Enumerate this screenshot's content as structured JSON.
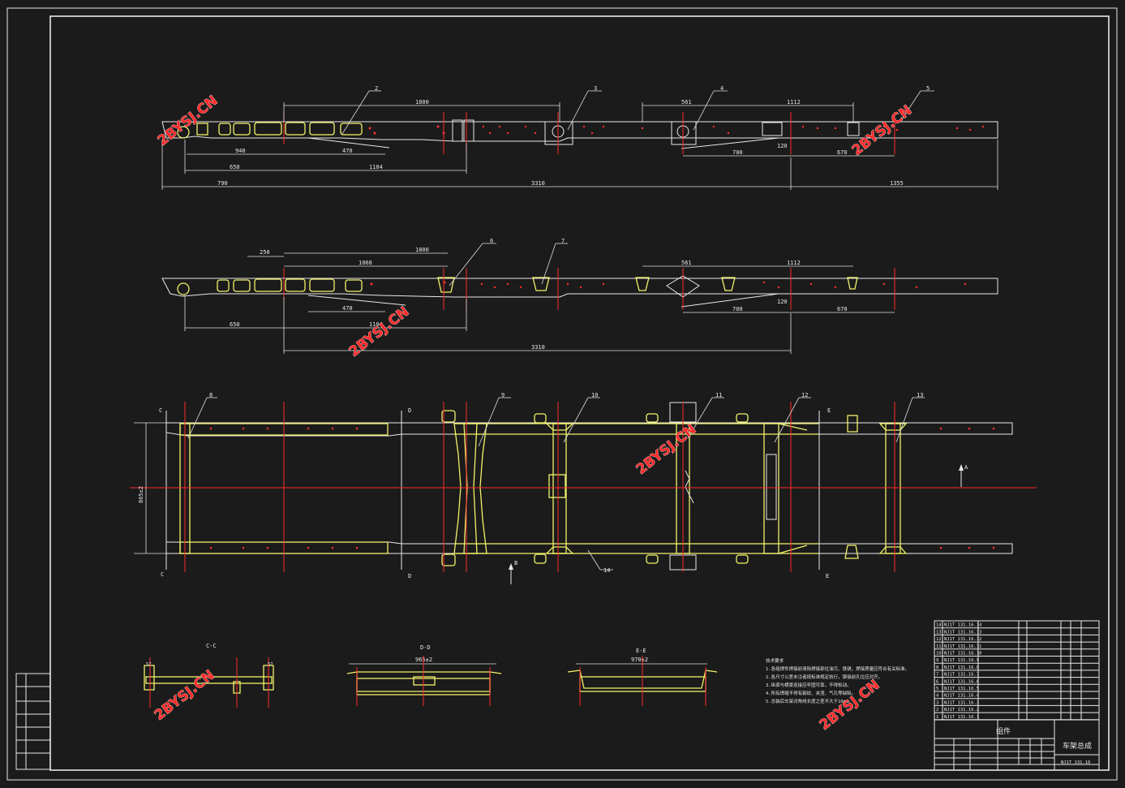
{
  "watermark": "2BYSJ.CN",
  "view_top": {
    "balloons": [
      "2",
      "3",
      "4",
      "5"
    ],
    "dims": {
      "d1800": "1800",
      "d561": "561",
      "d1112": "1112",
      "d940": "940",
      "d470": "470",
      "d650": "650",
      "d1104": "1104",
      "d700": "700",
      "d120": "120",
      "d670": "670",
      "d790": "790",
      "d3310": "3310",
      "d1355": "1355"
    }
  },
  "view_mid": {
    "balloons": [
      "6",
      "7"
    ],
    "dims": {
      "d250": "250",
      "d1800": "1800",
      "d1068": "1068",
      "d561": "561",
      "d1112": "1112",
      "d470": "470",
      "d1104": "1104",
      "d700": "700",
      "d120": "120",
      "d670": "670",
      "d650": "650",
      "d3310": "3310"
    }
  },
  "view_plan": {
    "balloons": [
      "8",
      "9",
      "10",
      "11",
      "12",
      "13",
      "14"
    ],
    "section_marks": [
      "C",
      "C",
      "D",
      "D",
      "E",
      "E"
    ],
    "view_arrows": [
      "A",
      "B"
    ],
    "width_dim": "865±2"
  },
  "sections": [
    {
      "label": "C-C",
      "dim_l": "57",
      "dim_r": "57"
    },
    {
      "label": "D-D",
      "dim": "965±2"
    },
    {
      "label": "E-E",
      "dim": "970±2"
    }
  ],
  "notes": {
    "title": "技术要求",
    "lines": [
      "1.各组焊件焊接前清除焊接部位油污、铁锈，焊接质量应符合有关标准。",
      "2.各尺寸公差未注者按标准规定执行，铆接前孔位应对齐。",
      "3.纵梁与横梁连接应牢固可靠，不得松动。",
      "4.所有焊缝不得有裂纹、夹渣、气孔等缺陷。",
      "5.总装后车架对角线长度之差不大于10mm。"
    ]
  },
  "bom": {
    "rows": [
      {
        "no": "14",
        "code": "NJ1T 131.16.14"
      },
      {
        "no": "13",
        "code": "NJ1T 131.16.13"
      },
      {
        "no": "12",
        "code": "NJ1T 131.16.12"
      },
      {
        "no": "11",
        "code": "NJ1T 131.16.11"
      },
      {
        "no": "10",
        "code": "NJ1T 131.16.10"
      },
      {
        "no": "9",
        "code": "NJ1T 131.16.9"
      },
      {
        "no": "8",
        "code": "NJ1T 131.16.8"
      },
      {
        "no": "7",
        "code": "NJ1T 131.16.7"
      },
      {
        "no": "6",
        "code": "NJ1T 131.16.6"
      },
      {
        "no": "5",
        "code": "NJ1T 131.16.5"
      },
      {
        "no": "4",
        "code": "NJ1T 131.16.4"
      },
      {
        "no": "3",
        "code": "NJ1T 131.16.3"
      },
      {
        "no": "2",
        "code": "NJ1T 131.16.2"
      },
      {
        "no": "1",
        "code": "NJ1T 131.16.1"
      }
    ]
  },
  "title_block": {
    "drawing_name": "车架总成",
    "drawing_no": "NJ1T 131.16",
    "group": "组件"
  }
}
